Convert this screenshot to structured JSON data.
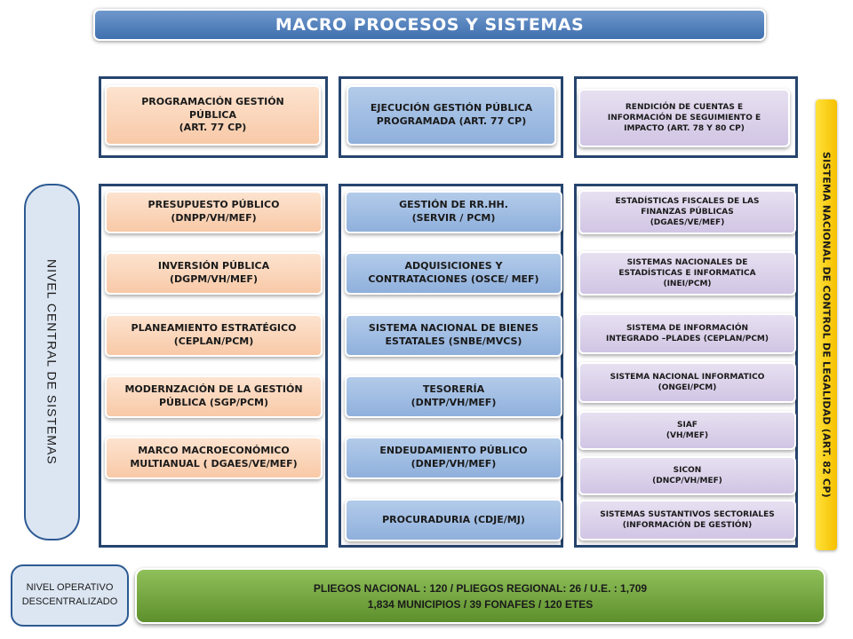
{
  "title": "MACRO  PROCESOS  Y  SISTEMAS",
  "headers": {
    "programacion": "PROGRAMACIÓN   GESTIÓN\nPÚBLICA\n(ART. 77 CP)",
    "ejecucion": "EJECUCIÓN GESTIÓN PÚBLICA\nPROGRAMADA (ART. 77 CP)",
    "rendicion": "RENDICIÓN  DE  CUENTAS E\nINFORMACIÓN DE SEGUIMIENTO E\nIMPACTO (ART.  78 Y 80 CP)"
  },
  "nivel_central": "NIVEL  CENTRAL  DE  SISTEMAS",
  "sistema_nacional_control": "SISTEMA NACIONAL DE CONTROL DE LEGALIDAD    (ART. 82 CP)",
  "column_programacion": [
    "PRESUPUESTO PÚBLICO\n(DNPP/VH/MEF)",
    "INVERSIÓN PÚBLICA\n   (DGPM/VH/MEF)",
    "PLANEAMIENTO ESTRATÉGICO\n(CEPLAN/PCM)",
    "MODERNZACIÓN DE LA GESTIÓN\nPÚBLICA (SGP/PCM)",
    "MARCO MACROECONÓMICO\nMULTIANUAL ( DGAES/VE/MEF)"
  ],
  "column_ejecucion": [
    "GESTIÓN DE RR.HH.\n(SERVIR / PCM)",
    "ADQUISICIONES Y\nCONTRATACIONES (OSCE/ MEF)",
    "SISTEMA NACIONAL DE BIENES\nESTATALES (SNBE/MVCS)",
    "TESORERÍA\n(DNTP/VH/MEF)",
    "ENDEUDAMIENTO PÚBLICO\n(DNEP/VH/MEF)",
    "PROCURADURIA  (CDJE/MJ)"
  ],
  "column_rendicion": [
    "ESTADÍSTICAS  FISCALES DE LAS\nFINANZAS PÚBLICAS\n(DGAES/VE/MEF)",
    "SISTEMAS  NACIONALES DE\nESTADÍSTICAS  E INFORMATICA\n(INEI/PCM)",
    "SISTEMA  DE INFORMACIÓN\nINTEGRADO  –PLADES (CEPLAN/PCM)",
    "SISTEMA  NACIONAL INFORMATICO\n(ONGEI/PCM)",
    "SIAF\n(VH/MEF)",
    "SICON\n(DNCP/VH/MEF)",
    "SISTEMAS SUSTANTIVOS SECTORIALES\n(INFORMACIÓN DE GESTIÓN)"
  ],
  "nivel_operativo": "NIVEL OPERATIVO\nDESCENTRALIZADO",
  "pliegos": "PLIEGOS NACIONAL :  120 /   PLIEGOS REGIONAL: 26 / U.E. : 1,709\n1,834  MUNICIPIOS / 39 FONAFES / 120 ETES",
  "colors": {
    "title": "#4a78b8",
    "frame_border": "#26456e",
    "programacion": "#f9caa8",
    "ejecucion": "#95b3de",
    "rendicion": "#d6cbe7",
    "control": "#f8c800",
    "pliegos": "#6f9f3a"
  }
}
